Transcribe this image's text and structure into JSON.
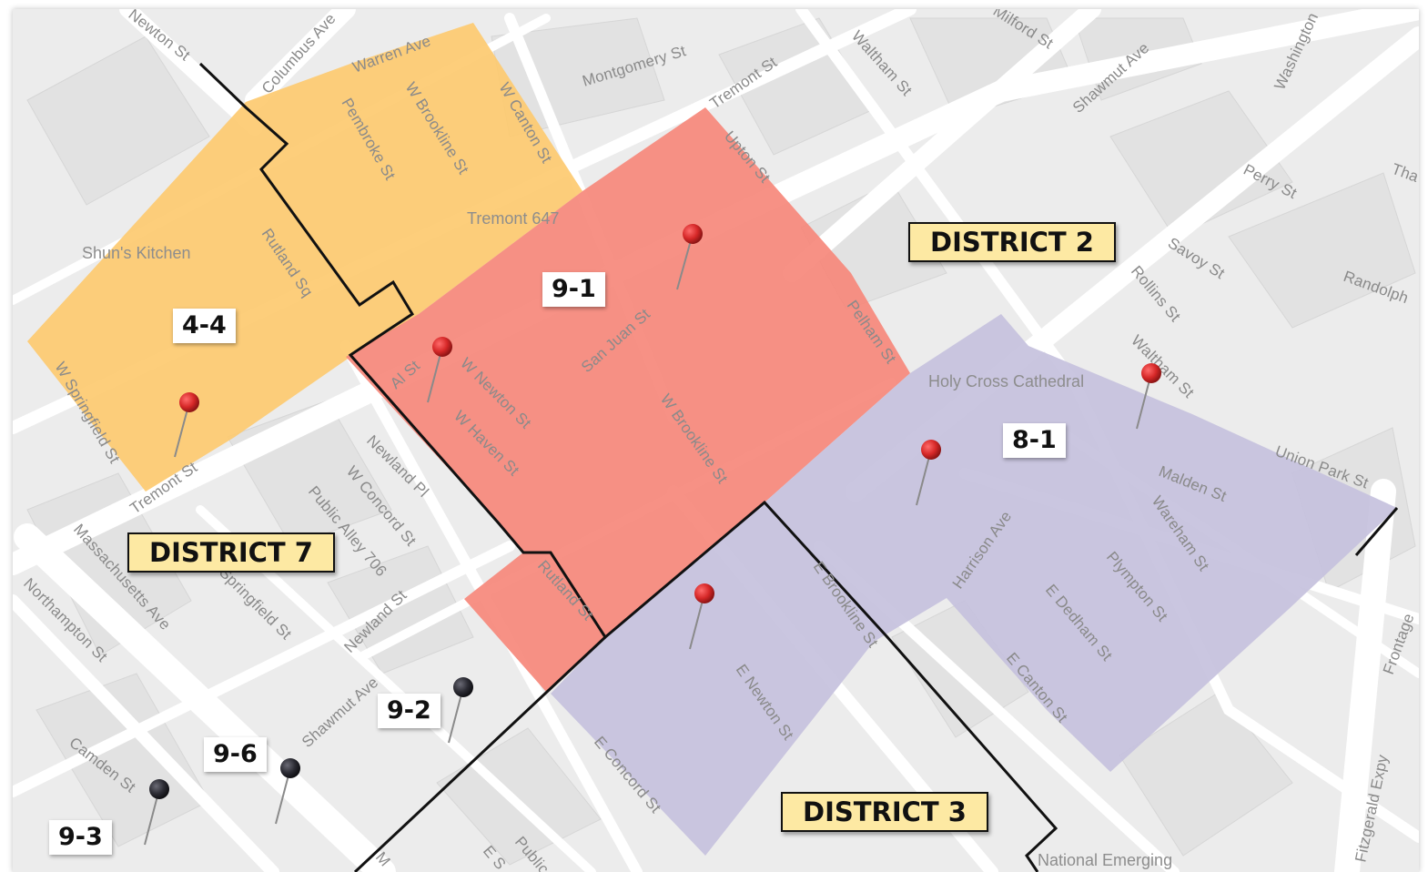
{
  "map": {
    "colors": {
      "background": "#ececec",
      "road": "#ffffff",
      "block": "#dcdcdc",
      "precinct_orange": "#fdca70",
      "precinct_red": "#f6887b",
      "precinct_purple": "#c5c1dd",
      "boundary": "#111111",
      "pin_red": "#d62828",
      "pin_dark": "#2b2b33",
      "district_label_fill": "#fde9a3"
    },
    "precincts": [
      {
        "id": "4-4",
        "color": "precinct_orange"
      },
      {
        "id": "9-1",
        "color": "precinct_red"
      },
      {
        "id": "8-1",
        "color": "precinct_purple"
      },
      {
        "id": "9-2",
        "color": "none"
      },
      {
        "id": "9-6",
        "color": "none"
      },
      {
        "id": "9-3",
        "color": "none"
      }
    ],
    "districts": [
      "DISTRICT 2",
      "DISTRICT 7",
      "DISTRICT 3"
    ],
    "pins": [
      {
        "precinct": "4-4",
        "color": "pin_red"
      },
      {
        "precinct": "9-1",
        "color": "pin_red"
      },
      {
        "precinct": "9-1",
        "color": "pin_red"
      },
      {
        "precinct": "8-1",
        "color": "pin_red"
      },
      {
        "precinct": "8-1",
        "color": "pin_red"
      },
      {
        "precinct": "8-1",
        "color": "pin_red"
      },
      {
        "precinct": "9-2",
        "color": "pin_dark"
      },
      {
        "precinct": "9-6",
        "color": "pin_dark"
      },
      {
        "precinct": "9-3",
        "color": "pin_dark"
      }
    ],
    "places": [
      "Shun's Kitchen",
      "Tremont 647",
      "Holy Cross Cathedral",
      "National Emerging"
    ],
    "streets": [
      "Newton St",
      "Columbus Ave",
      "Warren Ave",
      "Montgomery St",
      "Tremont St",
      "Waltham St",
      "Milford St",
      "Shawmut Ave",
      "Washington",
      "W Canton St",
      "W Brookline St",
      "Pembroke St",
      "Upton St",
      "Perry St",
      "Rutland Sq",
      "Savoy St",
      "Rollins St",
      "Randolph",
      "Tha",
      "San Juan St",
      "Pelham St",
      "Al St",
      "W Newton St",
      "W Haven St",
      "W Brookline St",
      "W Springfield St",
      "Tremont St",
      "Waltham St",
      "Newland Pl",
      "W Concord St",
      "Union Park St",
      "Malden St",
      "Public Alley 706",
      "Harrison Ave",
      "Wareham St",
      "Massachusetts Ave",
      "Springfield St",
      "Newland St",
      "Rutland St",
      "E Brookline St",
      "Plympton St",
      "E Dedham St",
      "Northampton St",
      "Shawmut Ave",
      "E Newton St",
      "E Canton St",
      "Frontage",
      "Camden St",
      "E Concord St",
      "Fitzgerald Expy",
      "E S",
      "Public",
      "M"
    ]
  }
}
